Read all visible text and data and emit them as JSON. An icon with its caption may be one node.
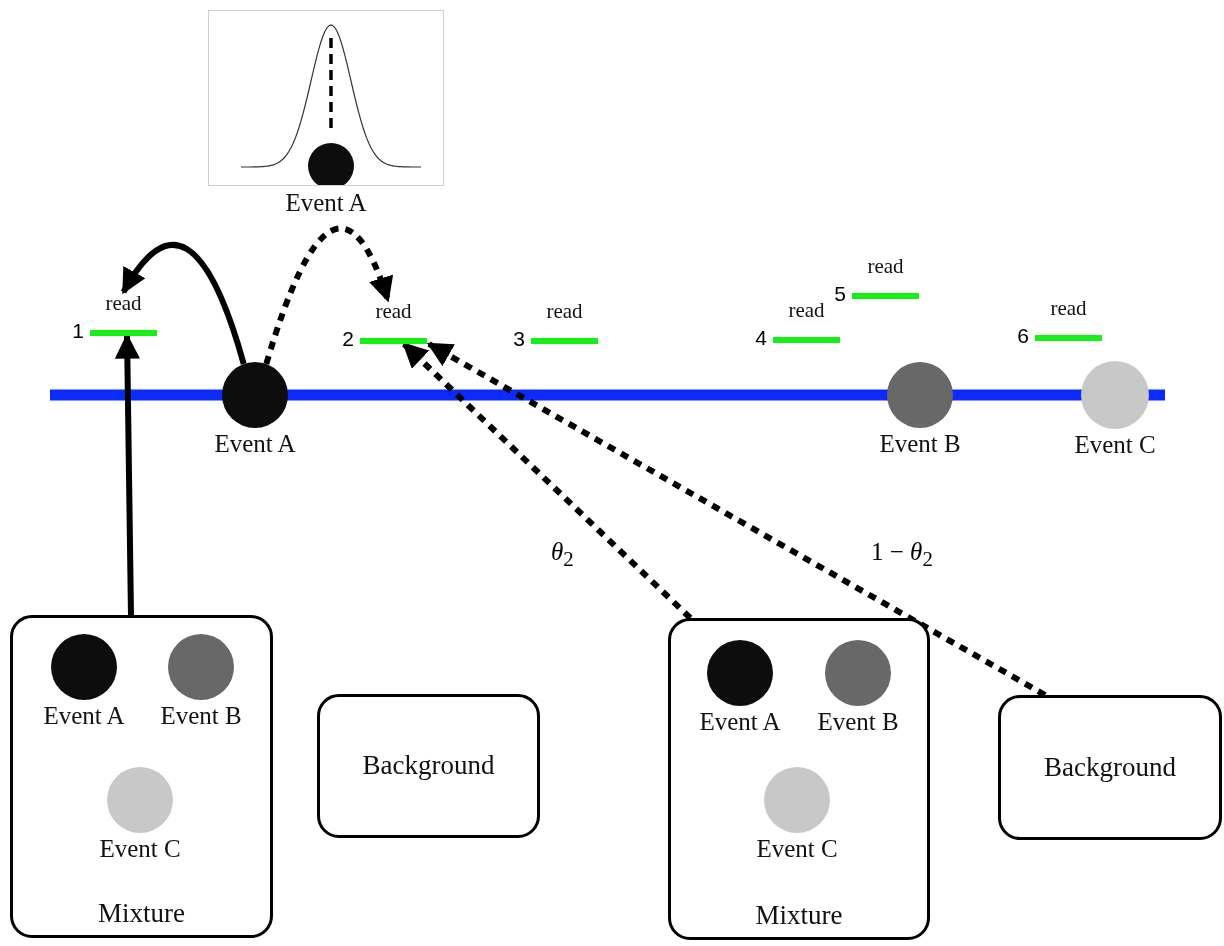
{
  "diagram": {
    "nodes": [
      {
        "text": [
          "Event A"
        ]
      },
      {
        "text": [
          "read"
        ],
        "beside": [
          "1"
        ]
      },
      {
        "text": [
          "read"
        ],
        "beside": [
          "2"
        ]
      },
      {
        "text": [
          "read"
        ],
        "beside": [
          "3"
        ]
      },
      {
        "text": [
          "read"
        ],
        "beside": [
          "4"
        ]
      },
      {
        "text": [
          "read"
        ],
        "beside": [
          "5"
        ]
      },
      {
        "text": [
          "read"
        ],
        "beside": [
          "6"
        ]
      },
      {
        "text": [
          "Event A"
        ]
      },
      {
        "text": [
          "Event B"
        ]
      },
      {
        "text": [
          "Event C"
        ]
      },
      {
        "text": [
          "Mixture"
        ]
      },
      {
        "text": [
          "Event A"
        ],
        "in": 10
      },
      {
        "text": [
          "Event B"
        ],
        "in": 10
      },
      {
        "text": [
          "Event C"
        ],
        "in": 10
      },
      {
        "text": [
          "Background"
        ]
      },
      {
        "text": [
          "Mixture"
        ]
      },
      {
        "text": [
          "Event A"
        ],
        "in": 15
      },
      {
        "text": [
          "Event B"
        ],
        "in": 15
      },
      {
        "text": [
          "Event C"
        ],
        "in": 15
      },
      {
        "text": [
          "Background"
        ]
      }
    ],
    "edges": [
      {
        "from": 7,
        "to": 1,
        "arrow": "to"
      },
      {
        "from": 7,
        "to": 2,
        "arrow": "to",
        "style": "dashed"
      },
      {
        "from": 10,
        "to": 1,
        "arrow": "to"
      },
      {
        "from": 15,
        "to": 2,
        "arrow": "to",
        "style": "dashed",
        "label": "*θ*$_{2}$"
      },
      {
        "from": 19,
        "to": 2,
        "arrow": "to",
        "style": "dashed",
        "label": "1 − *θ*$_{2}$"
      }
    ]
  }
}
